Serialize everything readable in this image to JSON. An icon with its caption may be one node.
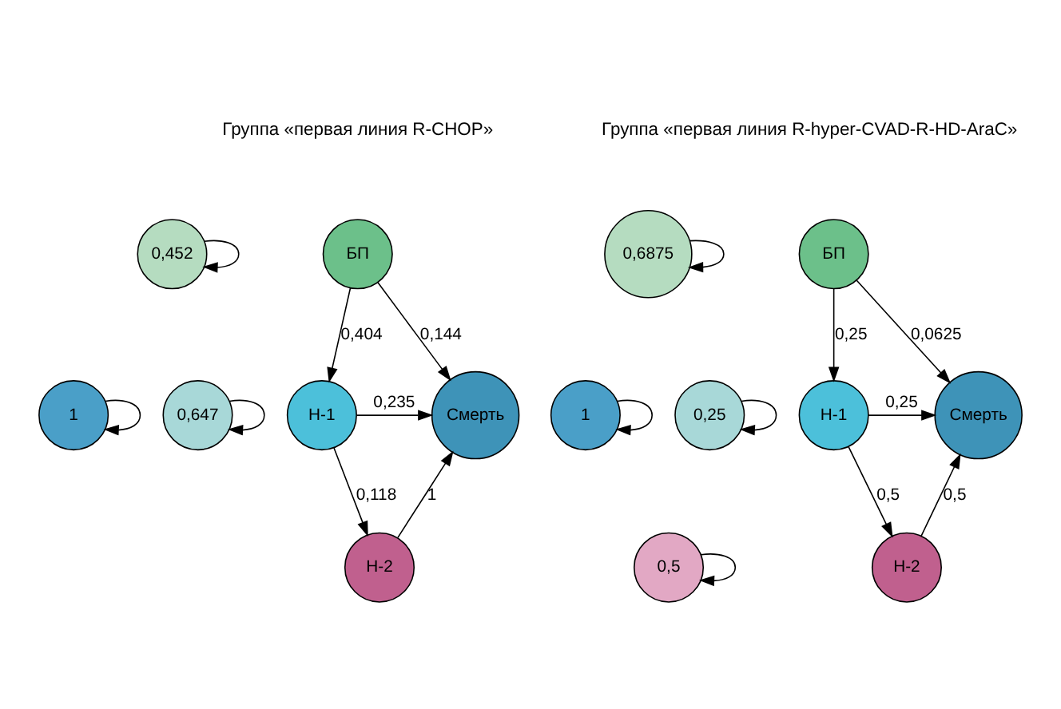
{
  "diagram": {
    "nodes": [
      {
        "text": [
          "БП"
        ]
      },
      {
        "text": [
          "0,452"
        ]
      },
      {
        "text": [
          "Н-1"
        ]
      },
      {
        "text": [
          "0,647"
        ]
      },
      {
        "text": [
          "Смерть"
        ]
      },
      {
        "text": [
          "1"
        ]
      },
      {
        "text": [
          "Н-2"
        ]
      },
      {
        "text": [
          "БП"
        ]
      },
      {
        "text": [
          "0,6875"
        ]
      },
      {
        "text": [
          "Н-1"
        ]
      },
      {
        "text": [
          "0,25"
        ]
      },
      {
        "text": [
          "Смерть"
        ]
      },
      {
        "text": [
          "1"
        ]
      },
      {
        "text": [
          "Н-2"
        ]
      },
      {
        "text": [
          "0,5"
        ]
      }
    ],
    "edges": [
      {
        "from": 1,
        "to": 1,
        "arrow": "to"
      },
      {
        "from": 0,
        "to": 2,
        "arrow": "to",
        "label": "0,404"
      },
      {
        "from": 0,
        "to": 4,
        "arrow": "to",
        "label": "0,144"
      },
      {
        "from": 3,
        "to": 3,
        "arrow": "to"
      },
      {
        "from": 5,
        "to": 5,
        "arrow": "to"
      },
      {
        "from": 2,
        "to": 4,
        "arrow": "to",
        "label": "0,235"
      },
      {
        "from": 2,
        "to": 6,
        "arrow": "to",
        "label": "0,118"
      },
      {
        "from": 6,
        "to": 4,
        "arrow": "to",
        "label": "1"
      },
      {
        "from": 8,
        "to": 8,
        "arrow": "to"
      },
      {
        "from": 7,
        "to": 9,
        "arrow": "to",
        "label": "0,25"
      },
      {
        "from": 7,
        "to": 11,
        "arrow": "to",
        "label": "0,0625"
      },
      {
        "from": 10,
        "to": 10,
        "arrow": "to"
      },
      {
        "from": 12,
        "to": 12,
        "arrow": "to"
      },
      {
        "from": 9,
        "to": 11,
        "arrow": "to",
        "label": "0,25"
      },
      {
        "from": 9,
        "to": 13,
        "arrow": "to",
        "label": "0,5"
      },
      {
        "from": 14,
        "to": 14,
        "arrow": "to"
      },
      {
        "from": 13,
        "to": 11,
        "arrow": "to",
        "label": "0,5"
      }
    ],
    "labels": [
      "Группа «первая линия R-CHOP»",
      "Группа «первая линия R-hyper-CVAD-R-HD-AraC»"
    ]
  }
}
